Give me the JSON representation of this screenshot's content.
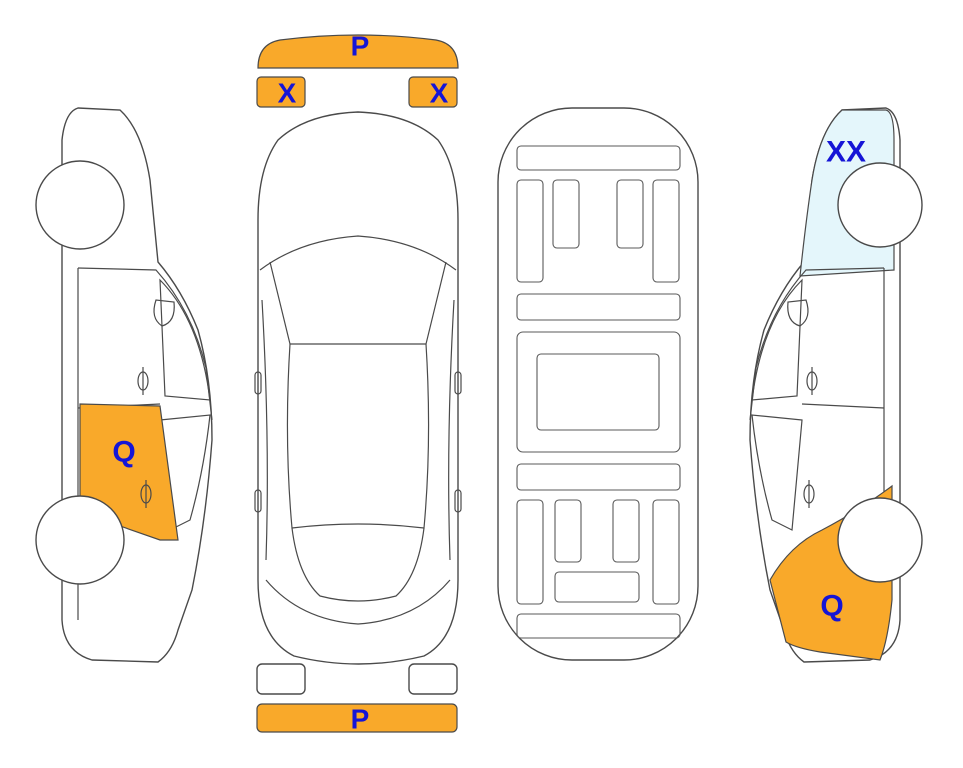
{
  "colors": {
    "damage": "#F9A92A",
    "replaced": "#E4F6FB",
    "label": "#1515D6",
    "outline": "#4A4A4A"
  },
  "marks": {
    "front_bumper": "P",
    "rear_bumper": "P",
    "left_headlight": "X",
    "right_headlight": "X",
    "left_rear_door": "Q",
    "right_rear_quarter": "Q",
    "right_front_fender": "XX"
  }
}
